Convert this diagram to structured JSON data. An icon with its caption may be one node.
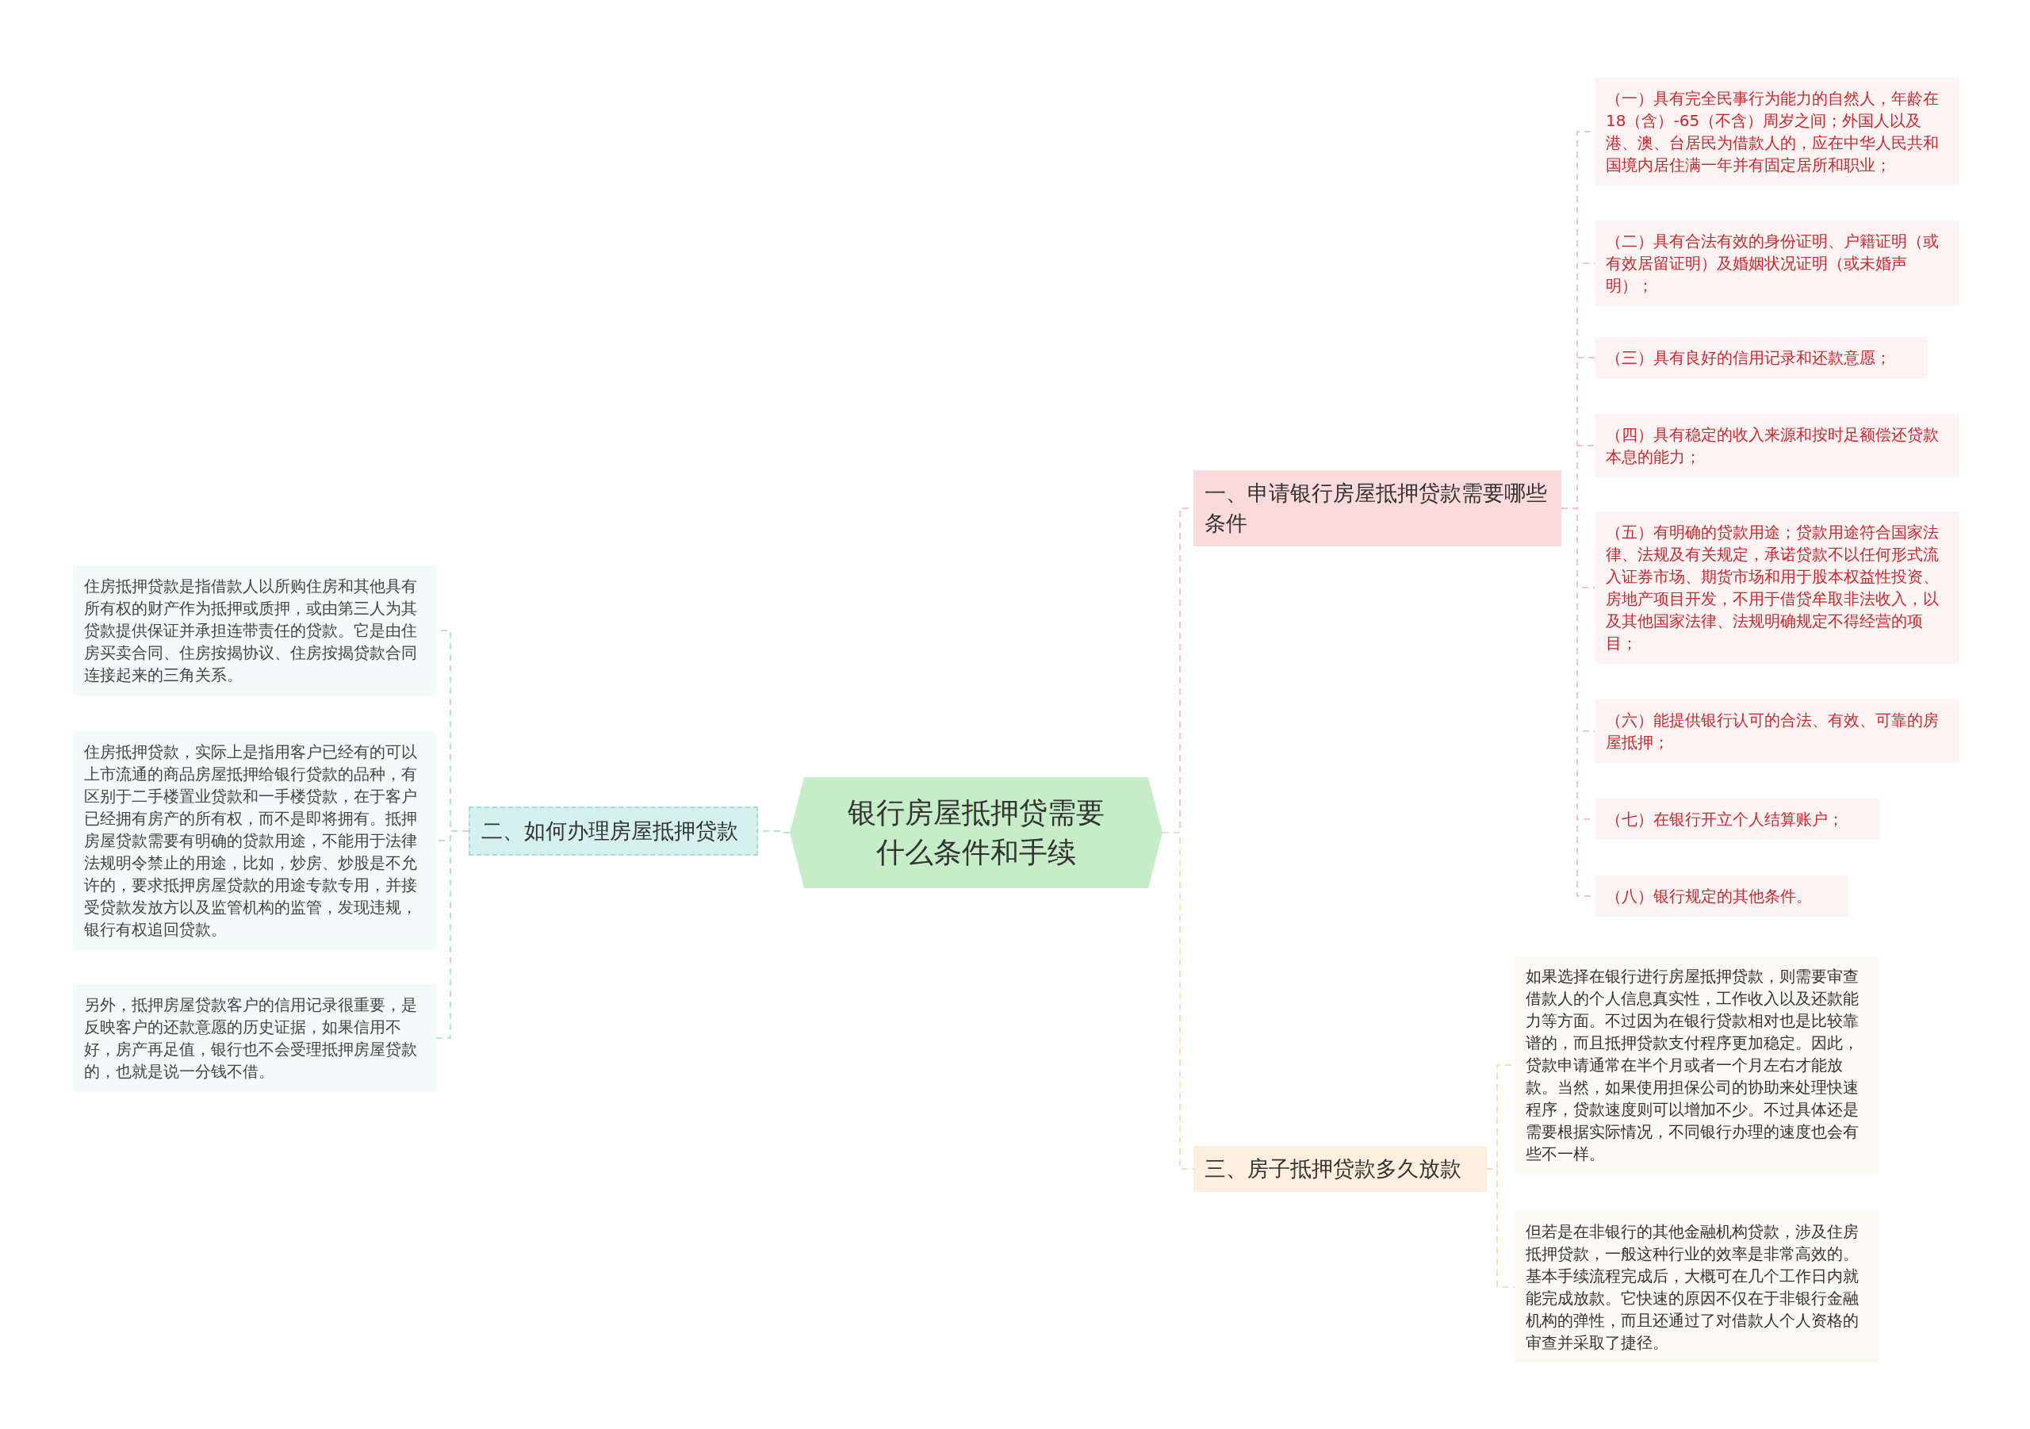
{
  "diagram": {
    "nodes": [
      {
        "text": [
          "银行房屋抵押贷需要什么条件和手续"
        ]
      },
      {
        "text": [
          "一、申请银行房屋抵押贷款需要哪些条件"
        ]
      },
      {
        "text": [
          "（一）具有完全民事行为能力的自然人，年龄在18（含）-65（不含）周岁之间；外国人以及港、澳、台居民为借款人的，应在中华人民共和国境内居住满一年并有固定居所和职业；"
        ]
      },
      {
        "text": [
          "（二）具有合法有效的身份证明、户籍证明（或有效居留证明）及婚姻状况证明（或未婚声明）；"
        ]
      },
      {
        "text": [
          "（三）具有良好的信用记录和还款意愿；"
        ]
      },
      {
        "text": [
          "（四）具有稳定的收入来源和按时足额偿还贷款本息的能力；"
        ]
      },
      {
        "text": [
          "（五）有明确的贷款用途；贷款用途符合国家法律、法规及有关规定，承诺贷款不以任何形式流入证券市场、期货市场和用于股本权益性投资、房地产项目开发，不用于借贷牟取非法收入，以及其他国家法律、法规明确规定不得经营的项目；"
        ]
      },
      {
        "text": [
          "（六）能提供银行认可的合法、有效、可靠的房屋抵押；"
        ]
      },
      {
        "text": [
          "（七）在银行开立个人结算账户；"
        ]
      },
      {
        "text": [
          "（八）银行规定的其他条件。"
        ]
      },
      {
        "text": [
          "二、如何办理房屋抵押贷款"
        ]
      },
      {
        "text": [
          "住房抵押贷款是指借款人以所购住房和其他具有所有权的财产作为抵押或质押，或由第三人为其贷款提供保证并承担连带责任的贷款。它是由住房买卖合同、住房按揭协议、住房按揭贷款合同连接起来的三角关系。"
        ]
      },
      {
        "text": [
          "住房抵押贷款，实际上是指用客户已经有的可以上市流通的商品房屋抵押给银行贷款的品种，有区别于二手楼置业贷款和一手楼贷款，在于客户已经拥有房产的所有权，而不是即将拥有。抵押房屋贷款需要有明确的贷款用途，不能用于法律法规明令禁止的用途，比如，炒房、炒股是不允许的，要求抵押房屋贷款的用途专款专用，并接受贷款发放方以及监管机构的监管，发现违规，银行有权追回贷款。"
        ]
      },
      {
        "text": [
          "另外，抵押房屋贷款客户的信用记录很重要，是反映客户的还款意愿的历史证据，如果信用不好，房产再足值，银行也不会受理抵押房屋贷款的，也就是说一分钱不借。"
        ]
      },
      {
        "text": [
          "三、房子抵押贷款多久放款"
        ]
      },
      {
        "text": [
          "如果选择在银行进行房屋抵押贷款，则需要审查借款人的个人信息真实性，工作收入以及还款能力等方面。不过因为在银行贷款相对也是比较靠谱的，而且抵押贷款支付程序更加稳定。因此，贷款申请通常在半个月或者一个月左右才能放款。当然，如果使用担保公司的协助来处理快速程序，贷款速度则可以增加不少。不过具体还是需要根据实际情况，不同银行办理的速度也会有些不一样。"
        ]
      },
      {
        "text": [
          "但若是在非银行的其他金融机构贷款，涉及住房抵押贷款，一般这种行业的效率是非常高效的。基本手续流程完成后，大概可在几个工作日内就能完成放款。它快速的原因不仅在于非银行金融机构的弹性，而且还通过了对借款人个人资格的审查并采取了捷径。"
        ]
      }
    ],
    "edges": [
      {
        "from": 0,
        "to": 1,
        "arrow": "none",
        "style": "dashed"
      },
      {
        "from": 1,
        "to": 2,
        "arrow": "none",
        "style": "dashed"
      },
      {
        "from": 1,
        "to": 3,
        "arrow": "none",
        "style": "dashed"
      },
      {
        "from": 1,
        "to": 4,
        "arrow": "none",
        "style": "dashed"
      },
      {
        "from": 1,
        "to": 5,
        "arrow": "none",
        "style": "dashed"
      },
      {
        "from": 1,
        "to": 6,
        "arrow": "none",
        "style": "dashed"
      },
      {
        "from": 1,
        "to": 7,
        "arrow": "none",
        "style": "dashed"
      },
      {
        "from": 1,
        "to": 8,
        "arrow": "none",
        "style": "dashed"
      },
      {
        "from": 1,
        "to": 9,
        "arrow": "none",
        "style": "dashed"
      },
      {
        "from": 0,
        "to": 10,
        "arrow": "none",
        "style": "dashed",
        "color": "#b5e2dc"
      },
      {
        "from": 10,
        "to": 11,
        "arrow": "none",
        "style": "dashed",
        "color": "#b5e2dc"
      },
      {
        "from": 10,
        "to": 12,
        "arrow": "none",
        "style": "dashed",
        "color": "#b5e2dc"
      },
      {
        "from": 10,
        "to": 13,
        "arrow": "none",
        "style": "dashed",
        "color": "#b5e2dc"
      },
      {
        "from": 0,
        "to": 14,
        "arrow": "none",
        "style": "dashed",
        "color": "#f9dcbd"
      },
      {
        "from": 14,
        "to": 15,
        "arrow": "none",
        "style": "dashed",
        "color": "#f9dcbd"
      },
      {
        "from": 14,
        "to": 16,
        "arrow": "none",
        "style": "dashed",
        "color": "#f9dcbd"
      }
    ]
  }
}
